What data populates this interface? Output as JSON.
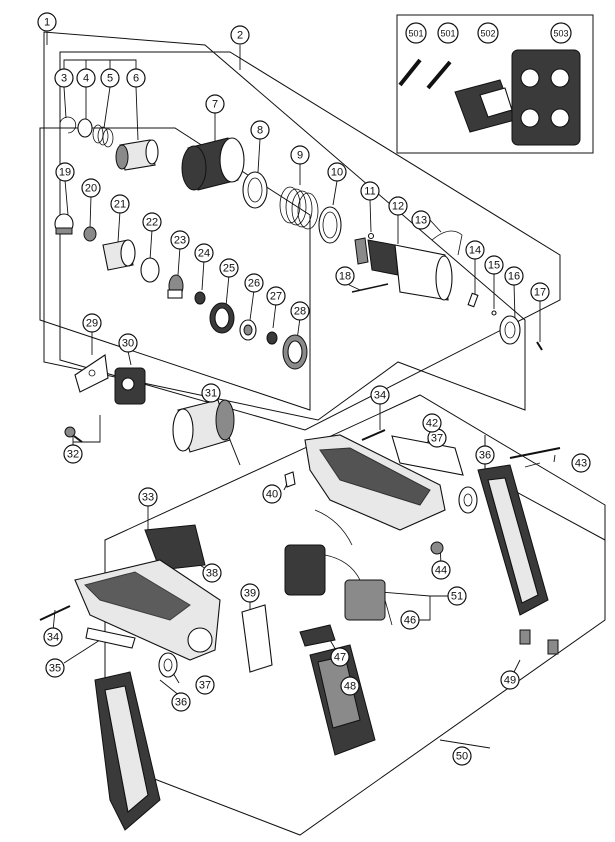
{
  "callouts": [
    {
      "id": "1",
      "label": "1"
    },
    {
      "id": "2",
      "label": "2"
    },
    {
      "id": "3",
      "label": "3"
    },
    {
      "id": "4",
      "label": "4"
    },
    {
      "id": "5",
      "label": "5"
    },
    {
      "id": "6",
      "label": "6"
    },
    {
      "id": "7",
      "label": "7"
    },
    {
      "id": "8",
      "label": "8"
    },
    {
      "id": "9",
      "label": "9"
    },
    {
      "id": "10",
      "label": "10"
    },
    {
      "id": "11",
      "label": "11"
    },
    {
      "id": "12",
      "label": "12"
    },
    {
      "id": "13",
      "label": "13"
    },
    {
      "id": "14",
      "label": "14"
    },
    {
      "id": "15",
      "label": "15"
    },
    {
      "id": "16",
      "label": "16"
    },
    {
      "id": "17",
      "label": "17"
    },
    {
      "id": "18",
      "label": "18"
    },
    {
      "id": "19",
      "label": "19"
    },
    {
      "id": "20",
      "label": "20"
    },
    {
      "id": "21",
      "label": "21"
    },
    {
      "id": "22",
      "label": "22"
    },
    {
      "id": "23",
      "label": "23"
    },
    {
      "id": "24",
      "label": "24"
    },
    {
      "id": "25",
      "label": "25"
    },
    {
      "id": "26",
      "label": "26"
    },
    {
      "id": "27",
      "label": "27"
    },
    {
      "id": "28",
      "label": "28"
    },
    {
      "id": "29",
      "label": "29"
    },
    {
      "id": "30",
      "label": "30"
    },
    {
      "id": "31",
      "label": "31"
    },
    {
      "id": "32",
      "label": "32"
    },
    {
      "id": "33",
      "label": "33"
    },
    {
      "id": "34a",
      "label": "34"
    },
    {
      "id": "34b",
      "label": "34"
    },
    {
      "id": "35",
      "label": "35"
    },
    {
      "id": "36a",
      "label": "36"
    },
    {
      "id": "36b",
      "label": "36"
    },
    {
      "id": "37a",
      "label": "37"
    },
    {
      "id": "37b",
      "label": "37"
    },
    {
      "id": "38",
      "label": "38"
    },
    {
      "id": "39",
      "label": "39"
    },
    {
      "id": "40",
      "label": "40"
    },
    {
      "id": "42",
      "label": "42"
    },
    {
      "id": "43",
      "label": "43"
    },
    {
      "id": "44",
      "label": "44"
    },
    {
      "id": "46",
      "label": "46"
    },
    {
      "id": "47",
      "label": "47"
    },
    {
      "id": "48",
      "label": "48"
    },
    {
      "id": "49",
      "label": "49"
    },
    {
      "id": "50",
      "label": "50"
    },
    {
      "id": "51",
      "label": "51"
    },
    {
      "id": "501a",
      "label": "501"
    },
    {
      "id": "501b",
      "label": "501"
    },
    {
      "id": "502",
      "label": "502"
    },
    {
      "id": "503",
      "label": "503"
    }
  ]
}
